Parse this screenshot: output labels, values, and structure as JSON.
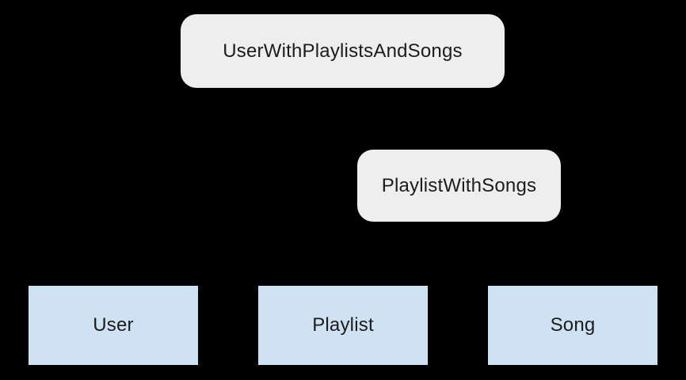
{
  "colors": {
    "background": "#000000",
    "box_fill_gray": "#eeeeee",
    "box_fill_blue": "#cfe2f3",
    "text_color": "#1c1c1c"
  },
  "diagram": {
    "type": "entity-relationship-hierarchy",
    "nodes": [
      {
        "id": "user-with-playlists-and-songs",
        "label": "UserWithPlaylistsAndSongs",
        "shape": "rounded-rect",
        "fill": "#eeeeee",
        "row": "top"
      },
      {
        "id": "playlist-with-songs",
        "label": "PlaylistWithSongs",
        "shape": "rounded-rect",
        "fill": "#eeeeee",
        "row": "middle"
      },
      {
        "id": "user",
        "label": "User",
        "shape": "rect",
        "fill": "#cfe2f3",
        "row": "bottom"
      },
      {
        "id": "playlist",
        "label": "Playlist",
        "shape": "rect",
        "fill": "#cfe2f3",
        "row": "bottom"
      },
      {
        "id": "song",
        "label": "Song",
        "shape": "rect",
        "fill": "#cfe2f3",
        "row": "bottom"
      }
    ]
  }
}
